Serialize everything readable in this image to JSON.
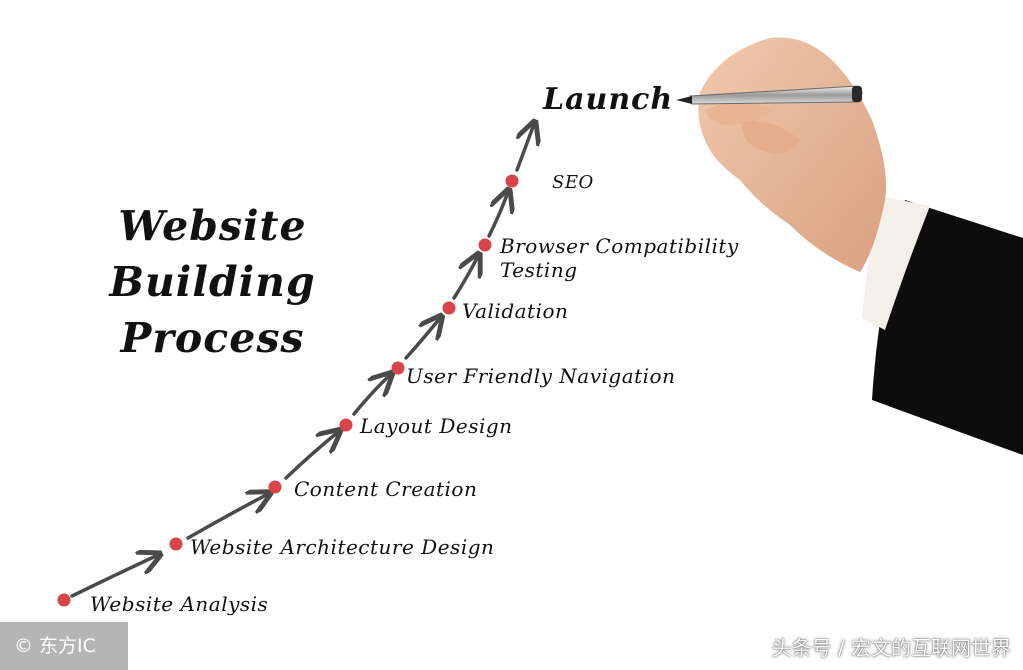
{
  "title_lines": [
    "Website",
    "Building",
    "Process"
  ],
  "steps": [
    {
      "label": "Website Analysis"
    },
    {
      "label": "Website Architecture Design"
    },
    {
      "label": "Content Creation"
    },
    {
      "label": "Layout Design"
    },
    {
      "label": "User Friendly Navigation"
    },
    {
      "label": "Validation"
    },
    {
      "label": "Browser Compatibility",
      "label2": "Testing"
    },
    {
      "label": "SEO"
    }
  ],
  "launch": "Launch",
  "watermarks": {
    "left": "© 东方IC",
    "right": "头条号 / 宏文的互联网世界"
  },
  "colors": {
    "dot": "#d9434a",
    "arrow": "#4a4a4a",
    "text": "#111111",
    "sleeve": "#0d0d0d",
    "skin": "#e8b99a"
  }
}
